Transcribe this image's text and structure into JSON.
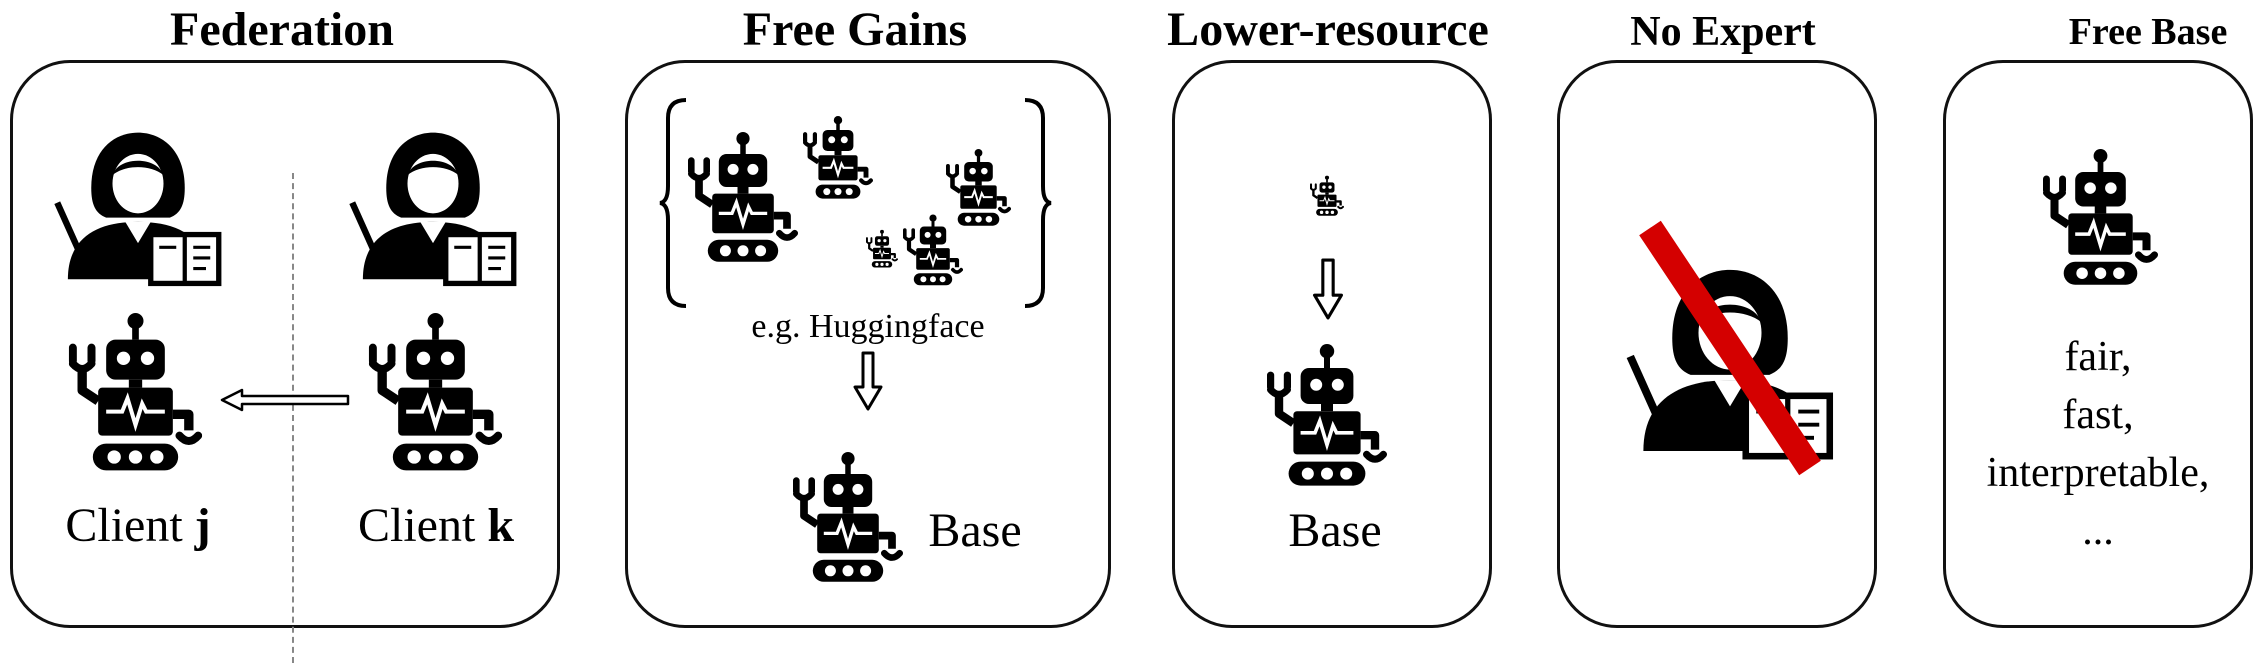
{
  "panels": [
    {
      "title": "Federation",
      "client_j_prefix": "Client ",
      "client_j_bold": "j",
      "client_k_prefix": "Client ",
      "client_k_bold": "k"
    },
    {
      "title": "Free Gains",
      "source_label": "e.g. Huggingface",
      "base_label": "Base"
    },
    {
      "title": "Lower-resource",
      "base_label": "Base"
    },
    {
      "title": "No Expert"
    },
    {
      "title": "Free Base",
      "properties": [
        "fair,",
        "fast,",
        "interpretable,",
        "..."
      ]
    }
  ],
  "colors": {
    "line": "#111111",
    "prohibit": "#d40000",
    "dash": "#888888"
  },
  "icons": [
    "teacher-icon",
    "robot-icon",
    "left-arrow-icon",
    "down-arrow-icon",
    "curly-brace-icon",
    "prohibition-slash-icon"
  ]
}
